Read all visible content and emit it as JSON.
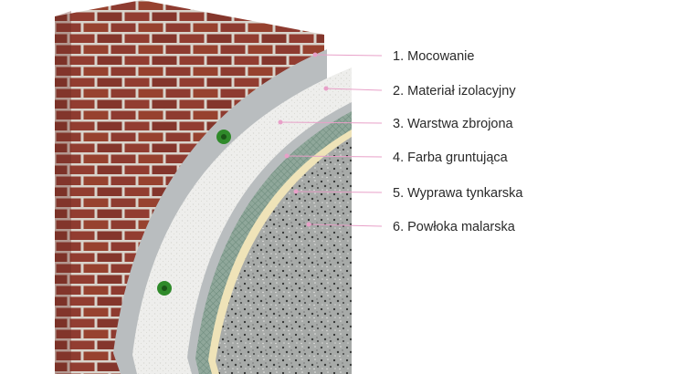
{
  "layers": [
    {
      "label": "1. Mocowanie"
    },
    {
      "label": "2. Materiał izolacyjny"
    },
    {
      "label": "3. Warstwa zbrojona"
    },
    {
      "label": "4. Farba gruntująca"
    },
    {
      "label": "5. Wyprawa tynkarska"
    },
    {
      "label": "6. Powłoka malarska"
    }
  ],
  "colors": {
    "brick": "#8e3b30",
    "mortar": "#d9d4cc",
    "insulation": "#eeeeec",
    "adhesive": "#b9bdbf",
    "mesh": "#8fa79a",
    "primer": "#efe3b8",
    "plaster": "#a7aaa8",
    "leader": "#e8a0c8",
    "anchor": "#2f8a2a"
  },
  "icons": [
    "anchor-icon"
  ]
}
